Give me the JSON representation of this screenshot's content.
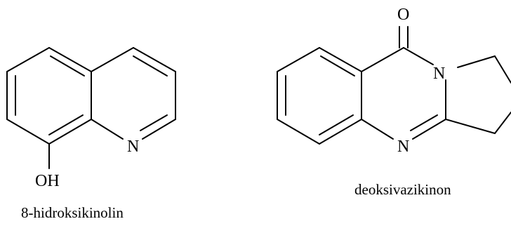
{
  "molecule_left": {
    "atoms": {
      "oh": "OH",
      "n": "N"
    },
    "caption": "8-hidroksikinolin"
  },
  "molecule_right": {
    "atoms": {
      "o": "O",
      "n_top": "N",
      "n_bottom": "N"
    },
    "caption": "deoksivazikinon"
  }
}
